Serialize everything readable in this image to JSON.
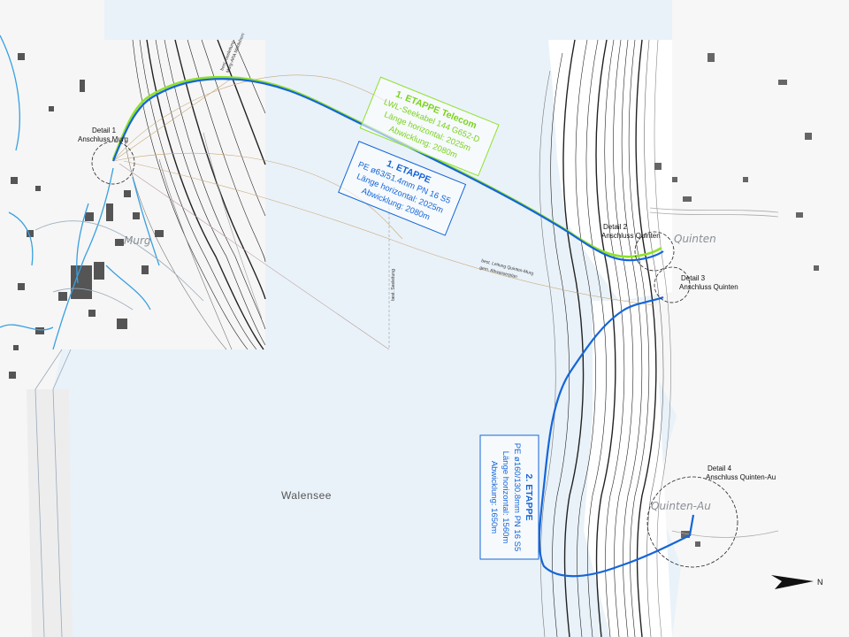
{
  "map": {
    "lake_name": "Walensee",
    "places": {
      "murg": "Murg",
      "quinten": "Quinten",
      "quinten_au": "Quinten-Au"
    },
    "details": [
      {
        "line1": "Detail 1",
        "line2": "Anschluss Murg"
      },
      {
        "line1": "Detail 2",
        "line2": "Anschluss Quinten"
      },
      {
        "line1": "Detail 3",
        "line2": "Anschluss Quinten"
      },
      {
        "line1": "Detail 4",
        "line2": "Anschluss Quinten-Au"
      }
    ],
    "etappe_telecom": {
      "title": "1. ETAPPE Telecom",
      "line1": "LWL-Seekabel 144 G652-D",
      "line2": "Länge horizontal: 2025m",
      "line3": "Abwicklung: 2080m"
    },
    "etappe1": {
      "title": "1. ETAPPE",
      "line1": "PE ø63/51.4mm PN 16 S5",
      "line2": "Länge horizontal: 2025m",
      "line3": "Abwicklung: 2080m"
    },
    "etappe2": {
      "title": "2. ETAPPE",
      "line1": "PE ø160/130.8mm PN 16 S5",
      "line2": "Länge horizontal: 1560m",
      "line3": "Abwicklung: 1650m"
    },
    "small_labels": {
      "seeleitung_top_1": "best. Seeleitung",
      "seeleitung_top_2": "Murg-ARA Mühlehorn",
      "seeleitung_mid": "best. Seeleitung",
      "leitung_1": "best. Leitung Quinten-Murg",
      "leitung_2": "gem. Abwasserplan"
    },
    "north": "N",
    "colors": {
      "water": "#e9f2f9",
      "land": "#ffffff",
      "telecom_green": "#8fe22a",
      "pipe_blue": "#1565d8",
      "stream_blue": "#38a0e0"
    }
  }
}
